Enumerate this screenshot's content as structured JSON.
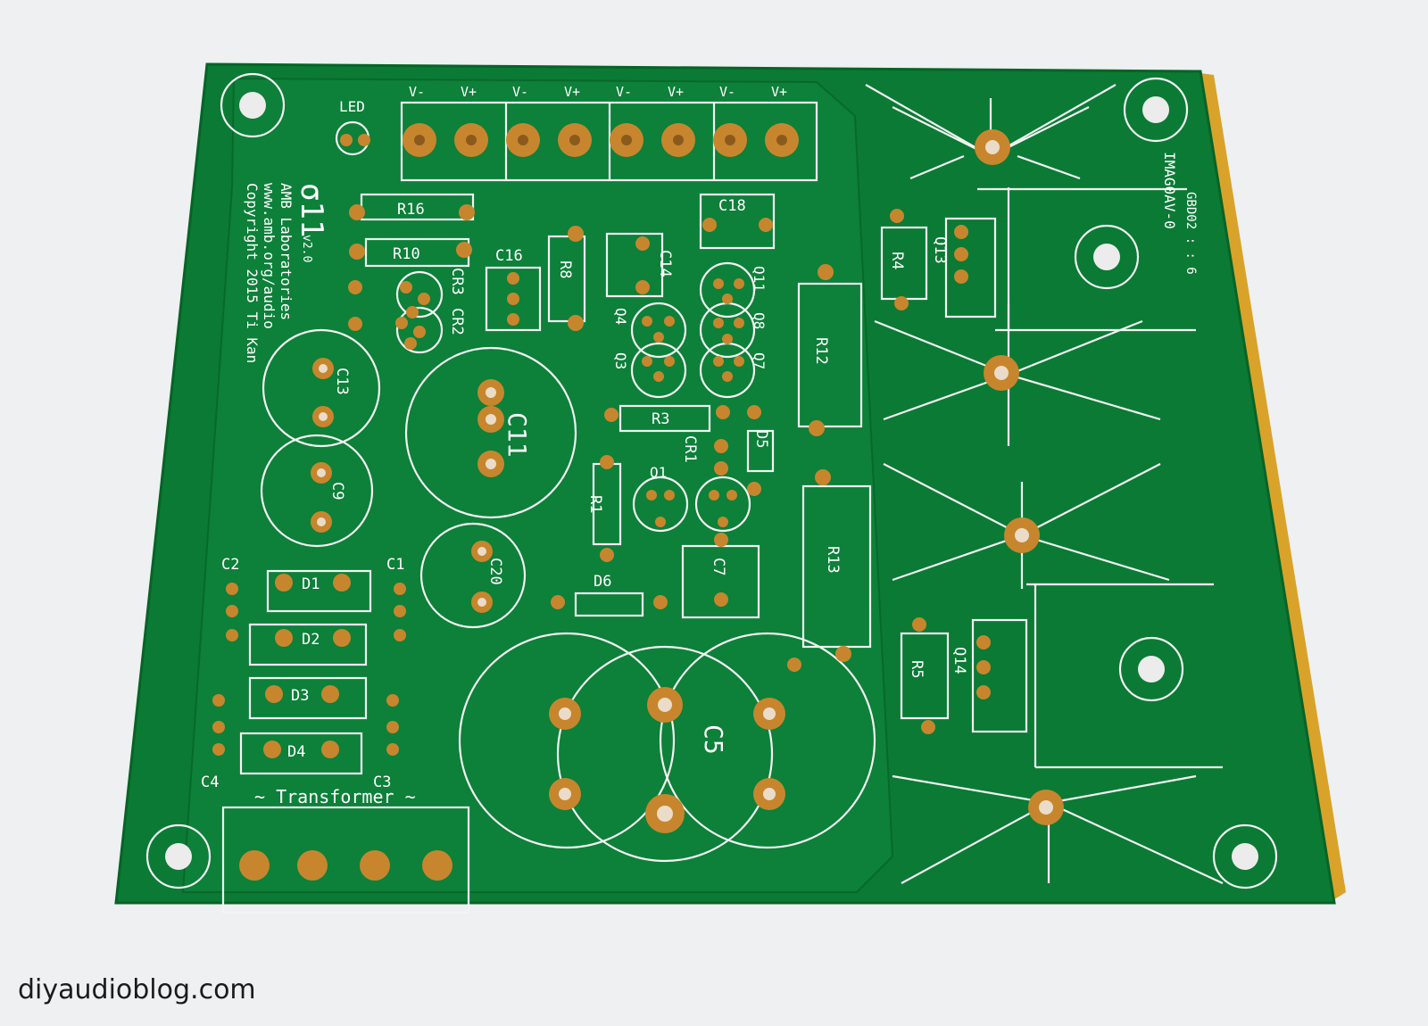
{
  "watermark": "diyaudioblog.com",
  "colors": {
    "background": "#eef0f2",
    "board": "#0b7a35",
    "board_edge": "#066426",
    "silkscreen": "#ffffff",
    "pad": "#c7862d",
    "board_side": "#d9a32a"
  },
  "board": {
    "name": "σ11",
    "version": "v2.0",
    "maker": "AMB Laboratories",
    "url": "www.amb.org/audio",
    "copyright": "Copyright 2015 Ti Kan",
    "side_code": "IMAG0AV-0",
    "side_code2": "GBD02 : : 6",
    "led_label": "LED",
    "terminals": [
      "V-",
      "V+",
      "V-",
      "V+",
      "V-",
      "V+",
      "V-",
      "V+"
    ],
    "transformer_label": "~ Transformer ~",
    "labels": {
      "r16": "R16",
      "r10": "R10",
      "r8": "R8",
      "r12": "R12",
      "r13": "R13",
      "r3": "R3",
      "r1": "R1",
      "r4": "R4",
      "r5": "R5",
      "c16": "C16",
      "c14": "C14",
      "c18": "C18",
      "c13": "C13",
      "c11": "C11",
      "c9": "C9",
      "c20": "C20",
      "c7": "C7",
      "c5": "C5",
      "c1": "C1",
      "c2": "C2",
      "c3": "C3",
      "c4": "C4",
      "d1": "D1",
      "d2": "D2",
      "d3": "D3",
      "d4": "D4",
      "d5": "D5",
      "d6": "D6",
      "cr1": "CR1",
      "cr2": "CR2",
      "cr3": "CR3",
      "q1": "Q1",
      "q3": "Q3",
      "q4": "Q4",
      "q7": "Q7",
      "q8": "Q8",
      "q11": "Q11",
      "q13": "Q13",
      "q14": "Q14"
    }
  }
}
